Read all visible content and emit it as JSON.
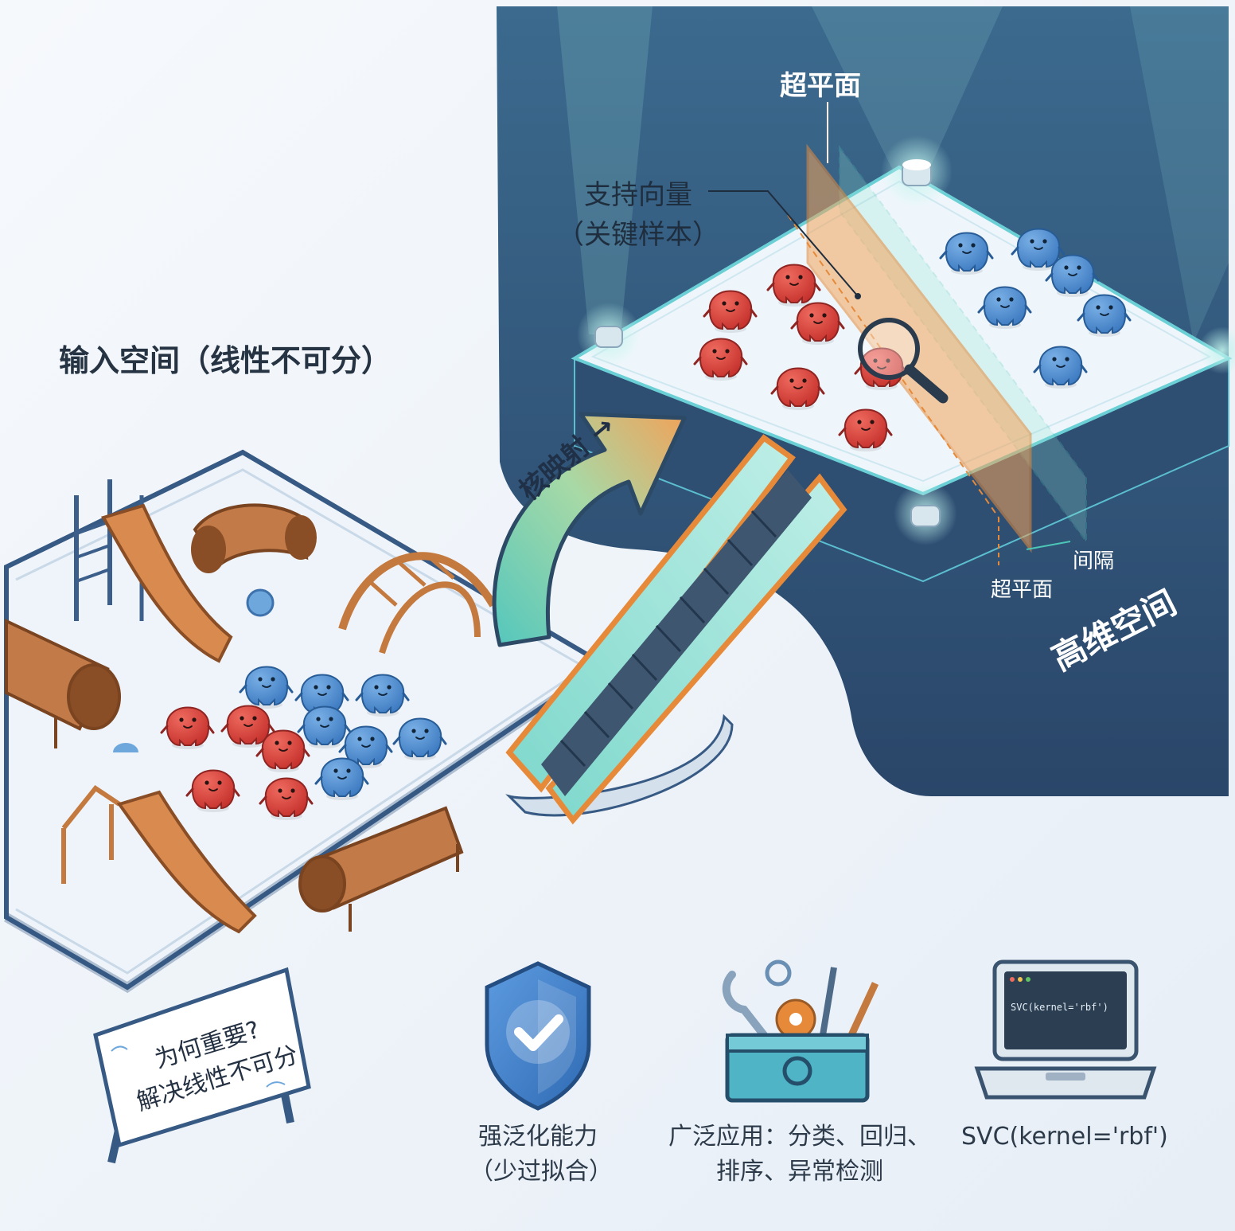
{
  "labels": {
    "input_space": "输入空间（线性不可分）",
    "kernel_map": "核映射 →",
    "support_vectors": "支持向量\n（关键样本）",
    "hyperplane_top": "超平面",
    "margin": "间隔",
    "hyperplane_bottom": "超平面",
    "high_dim_space": "高维空间"
  },
  "sign": {
    "line1": "为何重要?",
    "line2": "解决线性不可分"
  },
  "features": [
    {
      "icon": "shield-check-icon",
      "text": "强泛化能力\n（少过拟合）"
    },
    {
      "icon": "toolbox-icon",
      "text": "广泛应用：分类、回归、\n排序、异常检测"
    },
    {
      "icon": "laptop-icon",
      "text": "SVC(kernel='rbf')"
    }
  ],
  "laptop_screen_code": "SVC(kernel='rbf')",
  "colors": {
    "dark_panel": "#2f5276",
    "red_class": "#d9443e",
    "blue_class": "#4f8fd4",
    "accent_orange": "#e68a3a",
    "accent_teal": "#4cc6b6"
  }
}
